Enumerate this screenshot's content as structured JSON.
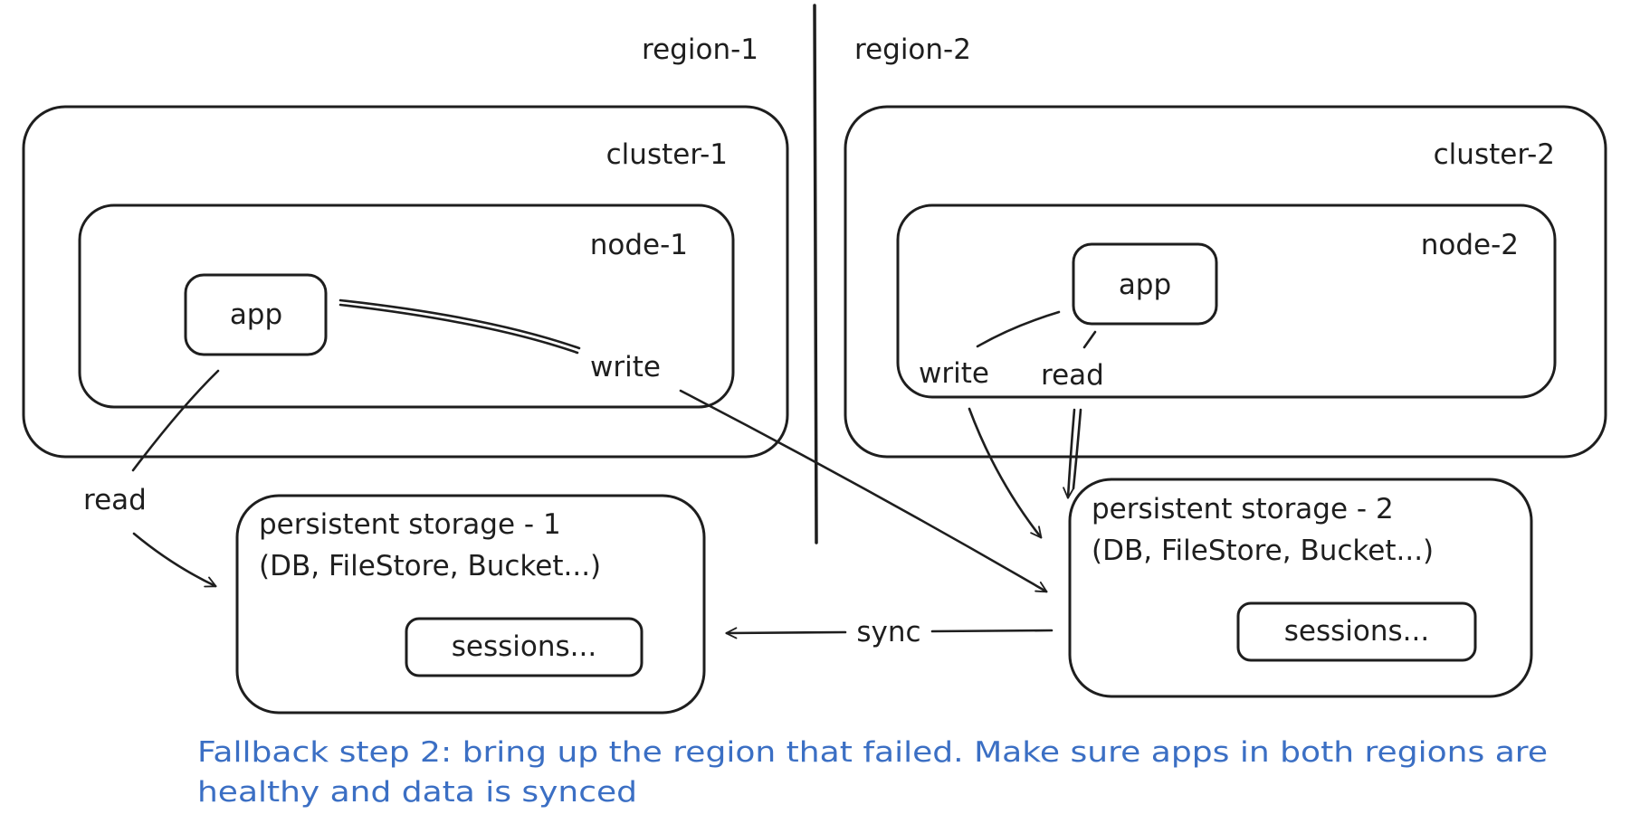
{
  "regions": {
    "left": "region-1",
    "right": "region-2"
  },
  "clusters": {
    "left": "cluster-1",
    "right": "cluster-2"
  },
  "nodes": {
    "left": "node-1",
    "right": "node-2"
  },
  "apps": {
    "left": "app",
    "right": "app"
  },
  "storage": {
    "left": {
      "title": "persistent storage - 1",
      "subtitle": "(DB, FileStore, Bucket...)",
      "sessions": "sessions..."
    },
    "right": {
      "title": "persistent storage - 2",
      "subtitle": "(DB, FileStore, Bucket...)",
      "sessions": "sessions..."
    }
  },
  "edges": {
    "left_read": "read",
    "left_write": "write",
    "right_write": "write",
    "right_read": "read",
    "sync": "sync"
  },
  "caption": {
    "line1": "Fallback step 2: bring up the region that failed. Make sure apps in both regions are",
    "line2": "healthy and data is synced"
  },
  "colors": {
    "ink": "#1e1e1e",
    "caption": "#3b6fc4"
  }
}
